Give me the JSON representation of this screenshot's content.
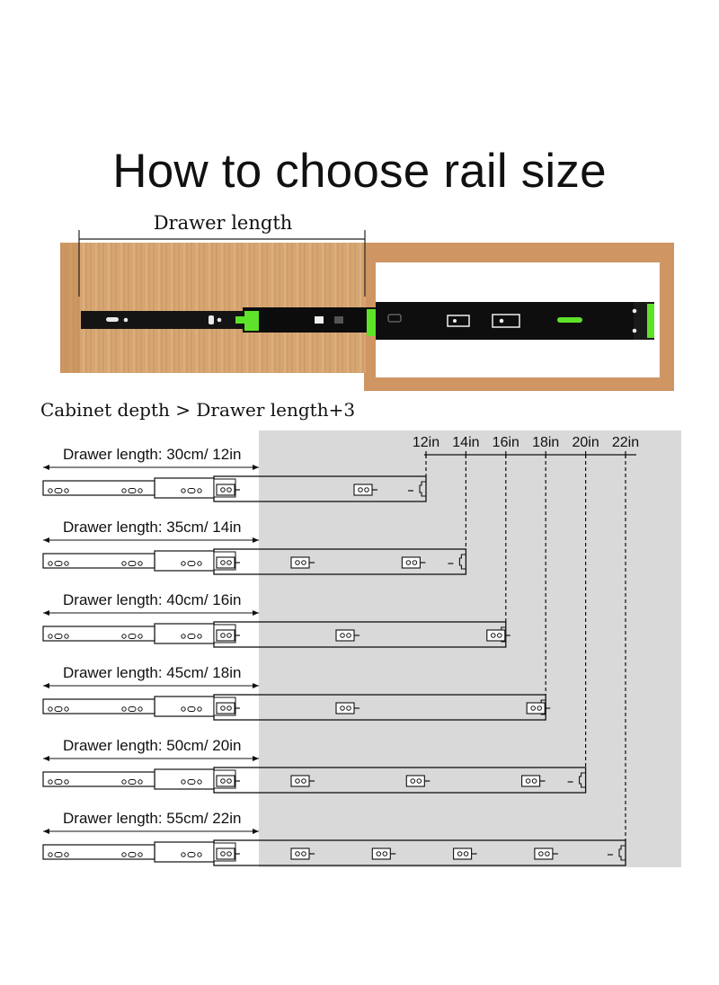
{
  "title": "How to choose rail size",
  "photo": {
    "drawer_length_label": "Drawer length"
  },
  "rule": "Cabinet depth > Drawer length+3",
  "inch_marks": [
    "12in",
    "14in",
    "16in",
    "18in",
    "20in",
    "22in"
  ],
  "rows": [
    {
      "label": "Drawer length: 30cm/ 12in",
      "size_in": 12
    },
    {
      "label": "Drawer length: 35cm/ 14in",
      "size_in": 14
    },
    {
      "label": "Drawer length: 40cm/ 16in",
      "size_in": 16
    },
    {
      "label": "Drawer length: 45cm/ 18in",
      "size_in": 18
    },
    {
      "label": "Drawer length: 50cm/ 20in",
      "size_in": 20
    },
    {
      "label": "Drawer length: 55cm/ 22in",
      "size_in": 22
    }
  ],
  "colors": {
    "wood": "#d9a877",
    "cabinet_frame": "#c98e5b",
    "rail_black": "#111111",
    "accent_green": "#5fe22a",
    "grey_panel": "#d9d9d9"
  }
}
